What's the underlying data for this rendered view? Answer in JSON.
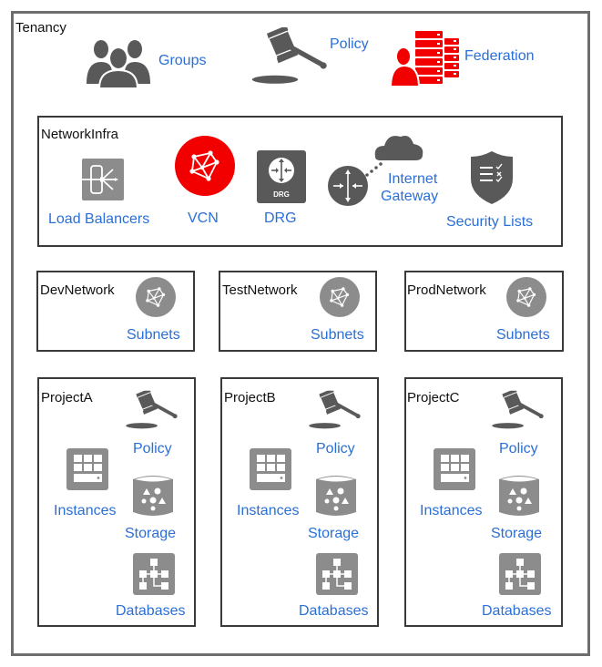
{
  "tenancy": {
    "title": "Tenancy",
    "items": [
      {
        "label": "Groups",
        "icon": "groups-icon"
      },
      {
        "label": "Policy",
        "icon": "gavel-icon"
      },
      {
        "label": "Federation",
        "icon": "federation-icon"
      }
    ]
  },
  "network_infra": {
    "title": "NetworkInfra",
    "items": [
      {
        "label": "Load Balancers",
        "icon": "load-balancer-icon"
      },
      {
        "label": "VCN",
        "icon": "vcn-icon"
      },
      {
        "label": "DRG",
        "icon": "drg-icon",
        "badge": "DRG"
      },
      {
        "label_line1": "Internet",
        "label_line2": "Gateway",
        "icon": "internet-gateway-icon"
      },
      {
        "label": "Security Lists",
        "icon": "security-shield-icon"
      }
    ]
  },
  "networks": [
    {
      "title": "DevNetwork",
      "item": "Subnets"
    },
    {
      "title": "TestNetwork",
      "item": "Subnets"
    },
    {
      "title": "ProdNetwork",
      "item": "Subnets"
    }
  ],
  "projects": [
    {
      "title": "ProjectA",
      "policy": "Policy",
      "instances": "Instances",
      "storage": "Storage",
      "databases": "Databases"
    },
    {
      "title": "ProjectB",
      "policy": "Policy",
      "instances": "Instances",
      "storage": "Storage",
      "databases": "Databases"
    },
    {
      "title": "ProjectC",
      "policy": "Policy",
      "instances": "Instances",
      "storage": "Storage",
      "databases": "Databases"
    }
  ],
  "colors": {
    "label": "#2a6fd6",
    "icon_dark": "#595959",
    "icon_gray": "#8c8c8c",
    "accent_red": "#f20000"
  }
}
